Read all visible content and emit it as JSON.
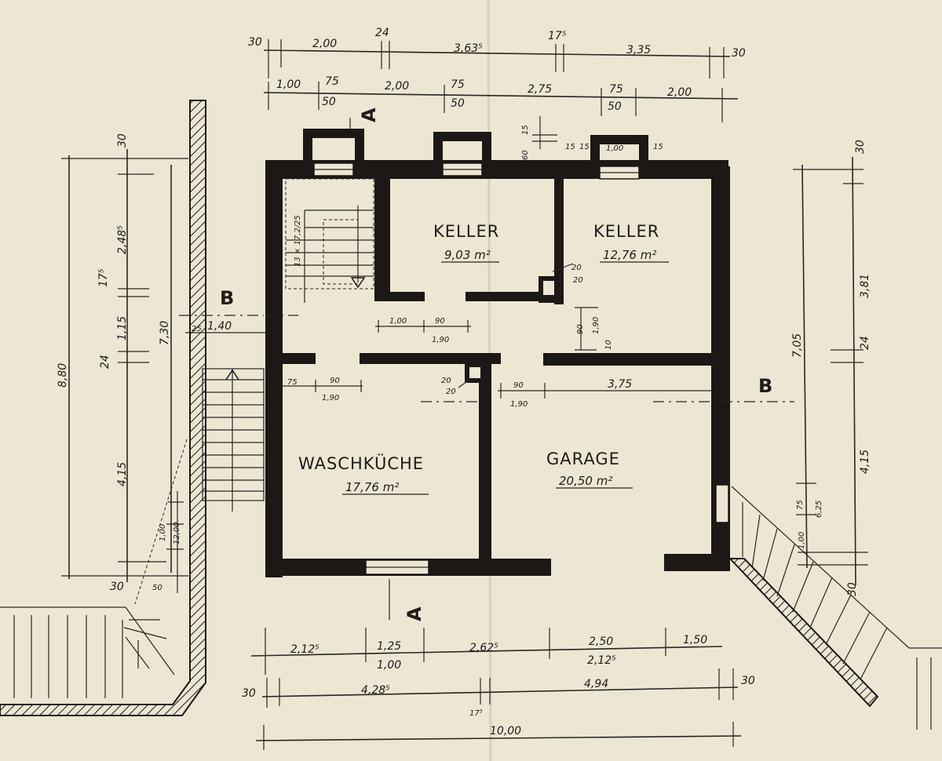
{
  "rooms": {
    "keller1": {
      "name": "KELLER",
      "area": "9,03 m²"
    },
    "keller2": {
      "name": "KELLER",
      "area": "12,76 m²"
    },
    "waschkueche": {
      "name": "WASCHKÜCHE",
      "area": "17,76 m²"
    },
    "garage": {
      "name": "GARAGE",
      "area": "20,50 m²"
    }
  },
  "sections": {
    "a_top": "A",
    "a_bottom": "A",
    "b_left": "B",
    "b_right": "B"
  },
  "stairs": {
    "label": "13 × 17,2/25"
  },
  "dims_top": {
    "r1": [
      "30",
      "2,00",
      "24",
      "3,63⁵",
      "17⁵",
      "3,35",
      "30"
    ],
    "r2": [
      "1,00",
      "75",
      "50",
      "2,00",
      "75",
      "50",
      "2,75",
      "75",
      "50",
      "2,00"
    ],
    "chimney": [
      "15",
      "15",
      "60",
      "15",
      "1,00",
      "15"
    ]
  },
  "dims_left": [
    "30",
    "2,48⁵",
    "17⁵",
    "1,15",
    "24",
    "4,15",
    "7,30",
    "8,80",
    "30",
    "1,40",
    "25",
    "1,00",
    "12,00",
    "50"
  ],
  "dims_right": [
    "30",
    "3,81",
    "24",
    "4,15",
    "7,05",
    "75",
    "6,25",
    "1,00",
    "30"
  ],
  "dims_interior": [
    "1,00",
    "90",
    "1,90",
    "20",
    "20",
    "90",
    "1,90",
    "10",
    "75",
    "90",
    "1,90",
    "20",
    "20",
    "90",
    "3,75",
    "1,90"
  ],
  "dims_bottom": {
    "r1": [
      "2,12⁵",
      "1,25",
      "1,00",
      "2,62⁵",
      "2,50",
      "2,12⁵",
      "1,50"
    ],
    "r2": [
      "30",
      "4,28⁵",
      "4,94",
      "30",
      "17⁵"
    ],
    "r3": [
      "10,00"
    ]
  }
}
